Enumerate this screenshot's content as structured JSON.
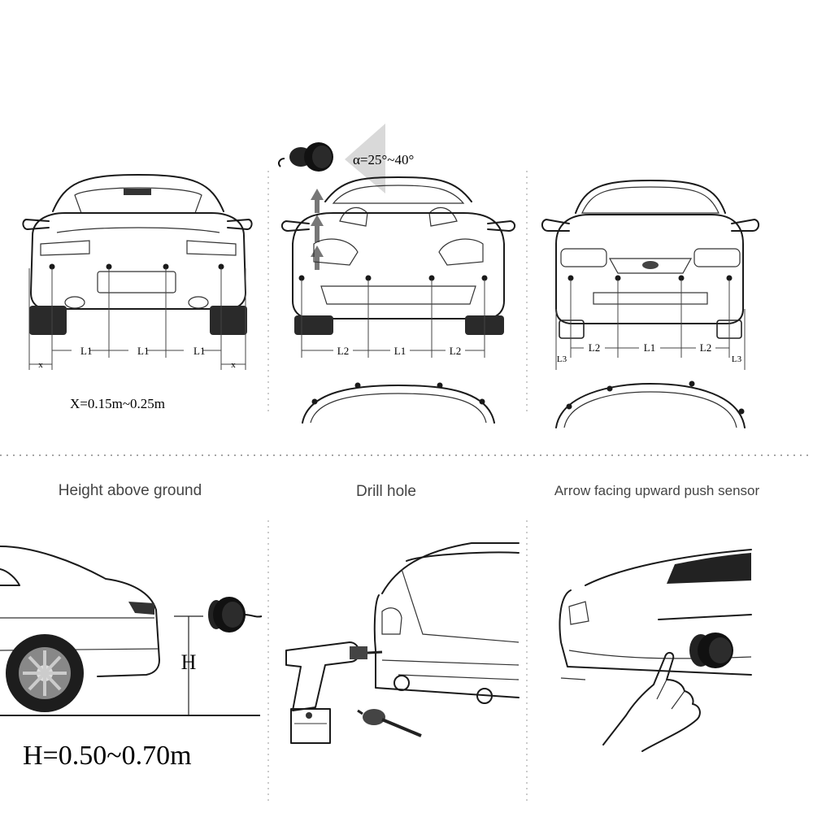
{
  "top_panels": {
    "rear_car": {
      "segments": [
        "x",
        "L1",
        "L1",
        "L1",
        "x"
      ],
      "formula": "X=0.15m~0.25m"
    },
    "front_car_angle": {
      "angle_label": "α=25°~40°",
      "segments": [
        "L2",
        "L1",
        "L2"
      ]
    },
    "front_car_flat": {
      "segments": [
        "L3",
        "L2",
        "L1",
        "L2",
        "L3"
      ]
    }
  },
  "bottom_panels": {
    "height": {
      "title": "Height above ground",
      "h_label": "H",
      "formula": "H=0.50~0.70m"
    },
    "drill": {
      "title": "Drill hole"
    },
    "push": {
      "title": "Arrow facing upward  push sensor"
    }
  },
  "icons": [
    "parking-sensor-icon",
    "drill-icon",
    "hole-saw-icon",
    "hand-icon",
    "up-arrow-icon"
  ],
  "colors": {
    "line": "#1a1a1a",
    "divider": "#888888",
    "arrow": "#777777"
  }
}
